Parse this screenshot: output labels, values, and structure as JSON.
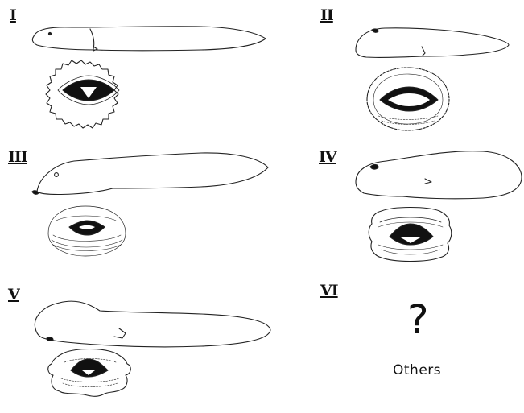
{
  "panels": [
    {
      "numeral": "I"
    },
    {
      "numeral": "II"
    },
    {
      "numeral": "III"
    },
    {
      "numeral": "IV"
    },
    {
      "numeral": "V"
    },
    {
      "numeral": "VI",
      "symbol": "?",
      "caption": "Others"
    }
  ],
  "colors": {
    "ink": "#111111",
    "background": "#ffffff"
  }
}
